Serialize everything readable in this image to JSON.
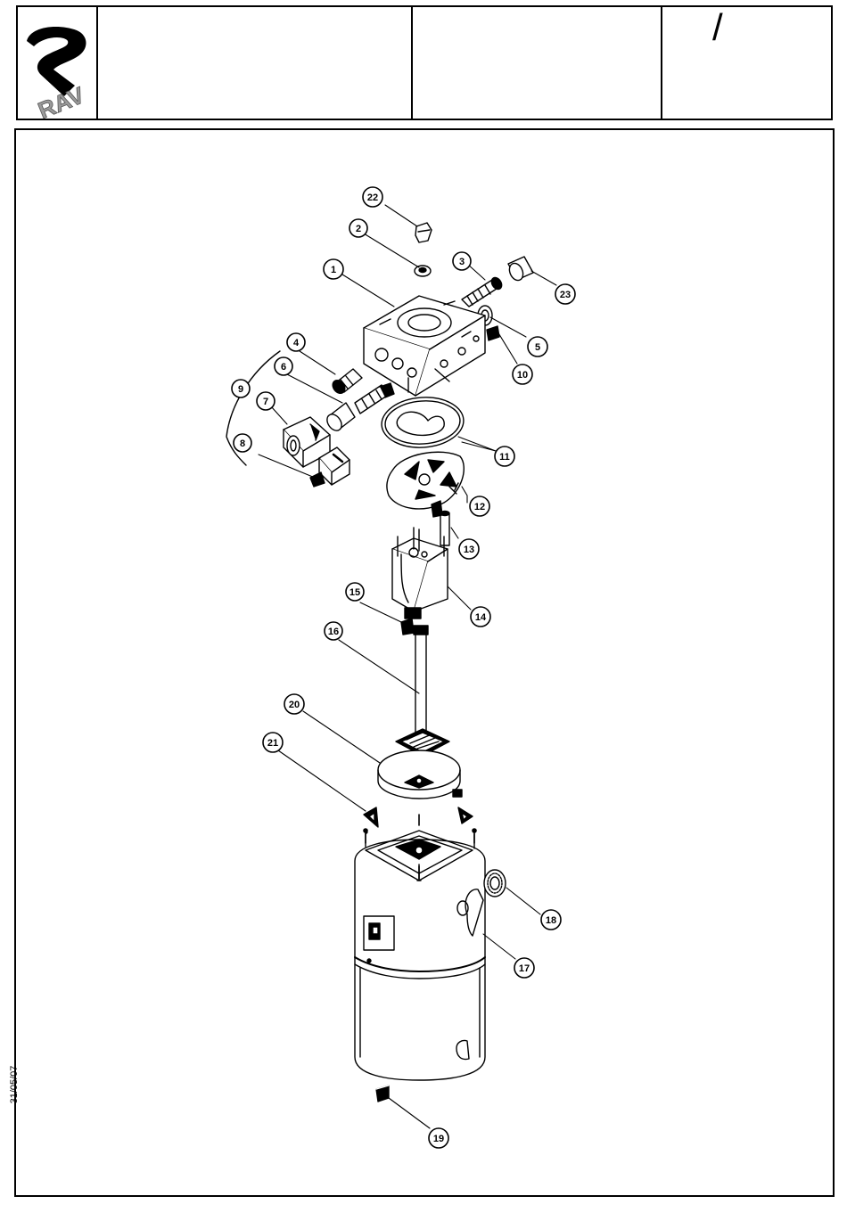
{
  "title_block": {
    "logo_text": "RAV",
    "page_separator": "/"
  },
  "side_date": "31/05/07",
  "callouts": [
    "1",
    "2",
    "3",
    "4",
    "5",
    "6",
    "7",
    "8",
    "9",
    "10",
    "11",
    "12",
    "13",
    "14",
    "15",
    "16",
    "17",
    "18",
    "19",
    "20",
    "21",
    "22",
    "23"
  ],
  "colors": {
    "line": "#000000",
    "background": "#ffffff",
    "logo_text": "#9a9a9a"
  }
}
